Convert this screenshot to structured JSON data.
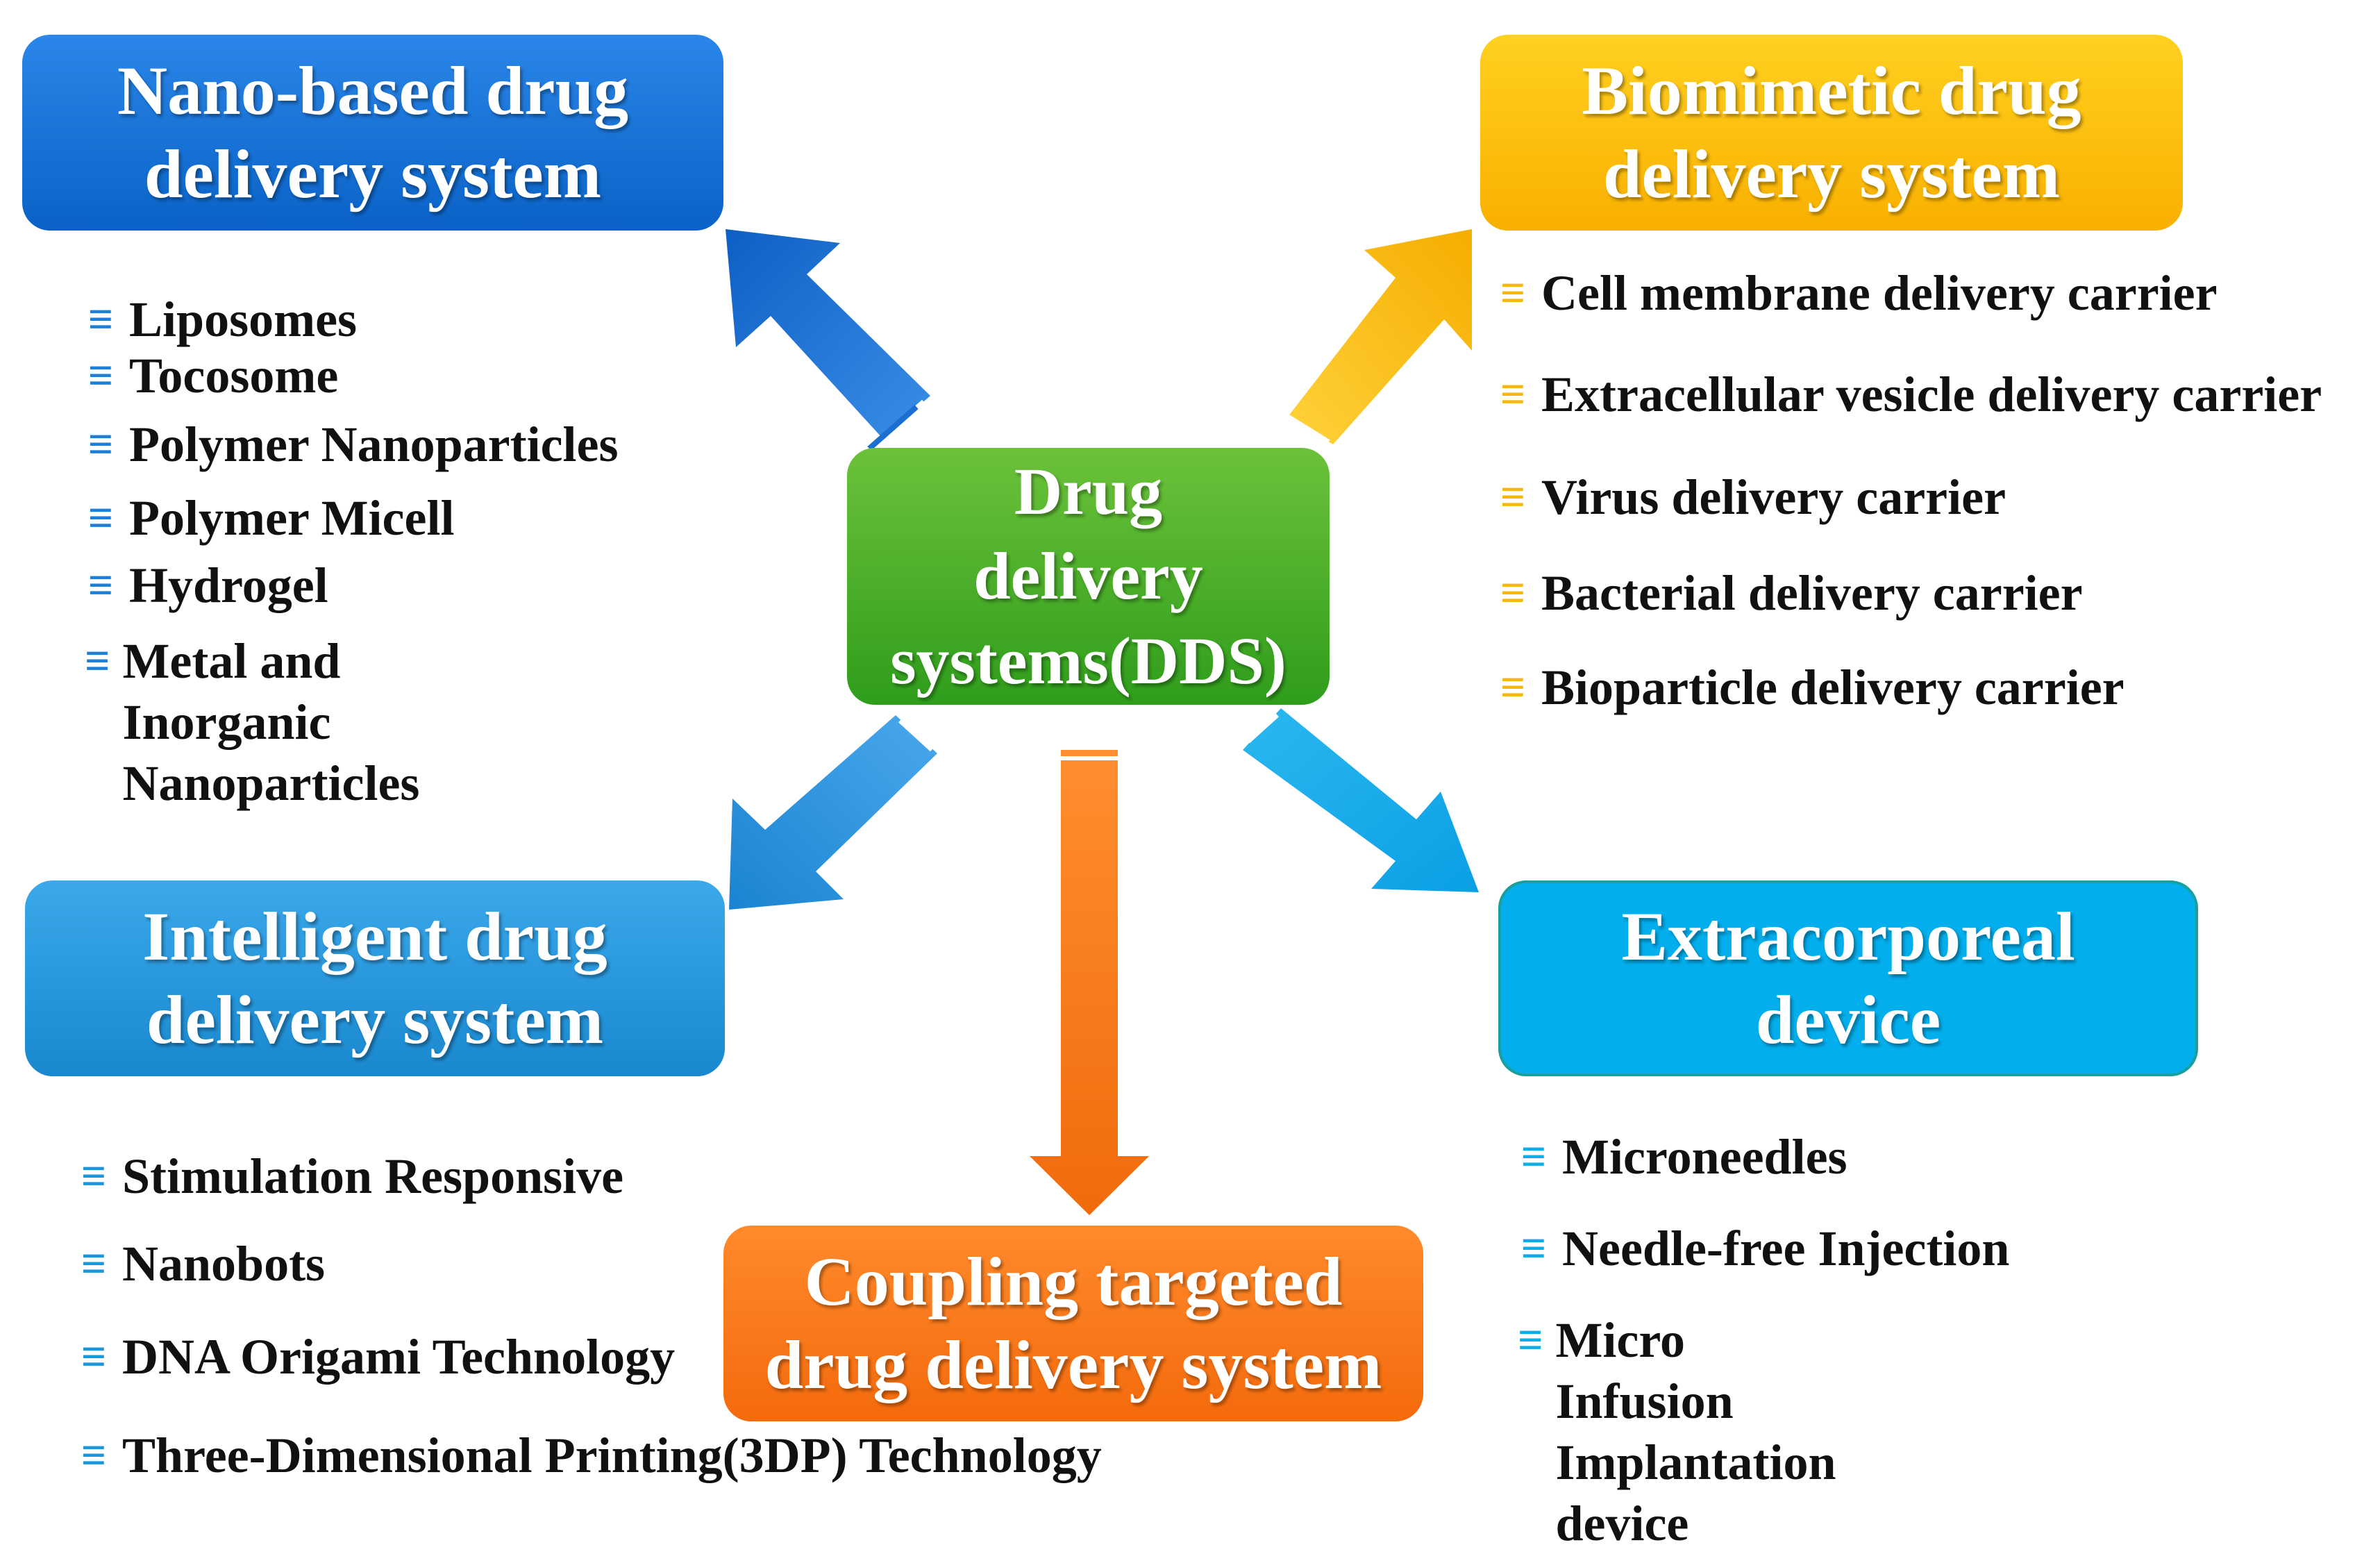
{
  "center": {
    "label": "Drug\ndelivery\nsystems(DDS)",
    "color": "#3ba42a"
  },
  "boxes": {
    "nano": {
      "label": "Nano-based drug\ndelivery system",
      "color": "#1570d8"
    },
    "biomimetic": {
      "label": "Biomimetic drug\ndelivery system",
      "color": "#fbbf0d"
    },
    "intelligent": {
      "label": "Intelligent drug\ndelivery system",
      "color": "#2a99e0"
    },
    "extracorporeal": {
      "label": "Extracorporeal\ndevice",
      "color": "#03aeec"
    },
    "coupling": {
      "label": "Coupling targeted\ndrug delivery system",
      "color": "#f97d1f"
    }
  },
  "bullet_icon": "≡",
  "lists": {
    "nano": [
      "Liposomes",
      "Tocosome",
      "Polymer Nanoparticles",
      "Polymer Micell",
      "Hydrogel",
      "Metal and Inorganic\nNanoparticles"
    ],
    "biomimetic": [
      "Cell membrane delivery carrier",
      "Extracellular vesicle delivery carrier",
      "Virus delivery carrier",
      "Bacterial delivery carrier",
      "Bioparticle delivery carrier"
    ],
    "intelligent": [
      "Stimulation Responsive",
      "Nanobots",
      "DNA Origami Technology",
      "Three-Dimensional Printing(3DP) Technology"
    ],
    "extracorporeal": [
      "Microneedles",
      "Needle-free Injection",
      "Micro Infusion Implantation\ndevice"
    ]
  },
  "arrow_colors": {
    "nano": "#1a6fd0",
    "biomimetic": "#f8b80c",
    "intelligent": "#1c8ad8",
    "extracorporeal": "#12a8ea",
    "coupling": "#f97a1c"
  }
}
